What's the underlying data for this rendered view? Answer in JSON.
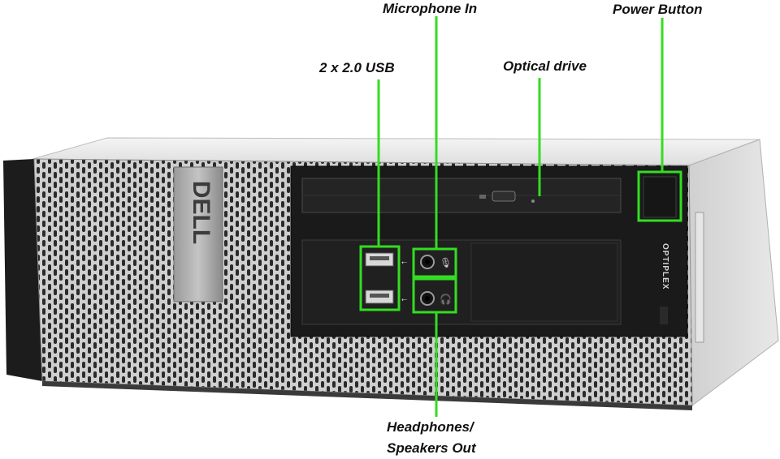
{
  "brand": {
    "logo_text": "DELL",
    "model_text": "OPTIPLEX"
  },
  "labels": {
    "microphone_in": "Microphone In",
    "power_button": "Power Button",
    "usb": "2 x 2.0 USB",
    "optical_drive": "Optical drive",
    "headphones_line1": "Headphones/",
    "headphones_line2": "Speakers Out"
  },
  "colors": {
    "callout": "#33dd22",
    "chassis_dark": "#1c1c1c",
    "mesh": "#c9c9c9",
    "top_panel": "#ececec",
    "side_panel": "#dcdcdc"
  }
}
